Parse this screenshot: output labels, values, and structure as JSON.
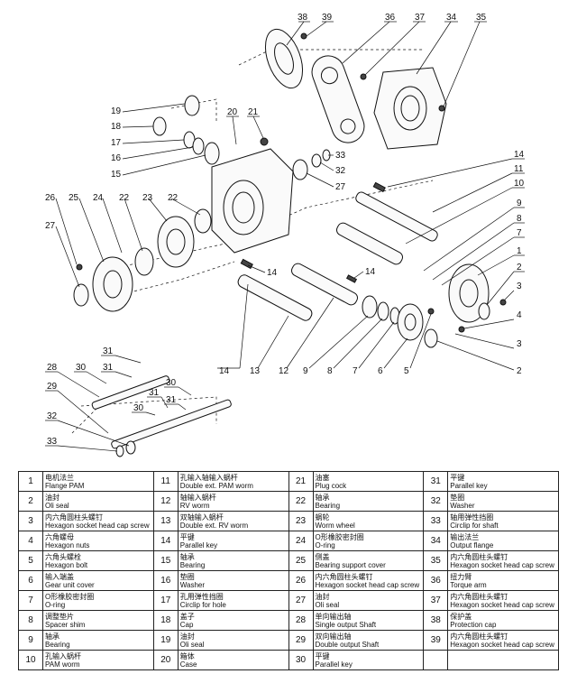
{
  "diagram": {
    "callouts": [
      {
        "n": "38"
      },
      {
        "n": "39"
      },
      {
        "n": "36"
      },
      {
        "n": "37"
      },
      {
        "n": "34"
      },
      {
        "n": "35"
      },
      {
        "n": "19"
      },
      {
        "n": "18"
      },
      {
        "n": "20"
      },
      {
        "n": "21"
      },
      {
        "n": "17"
      },
      {
        "n": "16"
      },
      {
        "n": "15"
      },
      {
        "n": "33"
      },
      {
        "n": "32"
      },
      {
        "n": "27"
      },
      {
        "n": "14"
      },
      {
        "n": "11"
      },
      {
        "n": "10"
      },
      {
        "n": "9"
      },
      {
        "n": "8"
      },
      {
        "n": "7"
      },
      {
        "n": "1"
      },
      {
        "n": "2"
      },
      {
        "n": "3"
      },
      {
        "n": "4"
      },
      {
        "n": "3"
      },
      {
        "n": "2"
      },
      {
        "n": "26"
      },
      {
        "n": "25"
      },
      {
        "n": "24"
      },
      {
        "n": "22"
      },
      {
        "n": "23"
      },
      {
        "n": "22"
      },
      {
        "n": "27"
      },
      {
        "n": "14"
      },
      {
        "n": "14"
      },
      {
        "n": "14"
      },
      {
        "n": "13"
      },
      {
        "n": "12"
      },
      {
        "n": "9"
      },
      {
        "n": "8"
      },
      {
        "n": "7"
      },
      {
        "n": "6"
      },
      {
        "n": "5"
      },
      {
        "n": "31"
      },
      {
        "n": "28"
      },
      {
        "n": "30"
      },
      {
        "n": "31"
      },
      {
        "n": "30"
      },
      {
        "n": "31"
      },
      {
        "n": "29"
      },
      {
        "n": "30"
      },
      {
        "n": "31"
      },
      {
        "n": "32"
      },
      {
        "n": "33"
      }
    ]
  },
  "legend": {
    "rows": [
      [
        {
          "n": "1",
          "zh": "电机法兰",
          "en": "Flange PAM"
        },
        {
          "n": "11",
          "zh": "孔输入轴输入蜗杆",
          "en": "Double ext. PAM worm"
        },
        {
          "n": "21",
          "zh": "油塞",
          "en": "Plug cock"
        },
        {
          "n": "31",
          "zh": "平键",
          "en": "Parallel key"
        }
      ],
      [
        {
          "n": "2",
          "zh": "油封",
          "en": "Oli seal"
        },
        {
          "n": "12",
          "zh": "轴输入蜗杆",
          "en": "RV worm"
        },
        {
          "n": "22",
          "zh": "轴承",
          "en": "Bearing"
        },
        {
          "n": "32",
          "zh": "垫圈",
          "en": "Washer"
        }
      ],
      [
        {
          "n": "3",
          "zh": "内六角圆柱头螺钉",
          "en": "Hexagon socket head cap screw"
        },
        {
          "n": "13",
          "zh": "双轴输入蜗杆",
          "en": "Double ext. RV worm"
        },
        {
          "n": "23",
          "zh": "蜗轮",
          "en": "Worm wheel"
        },
        {
          "n": "33",
          "zh": "轴用弹性挡圈",
          "en": "Circlip for shaft"
        }
      ],
      [
        {
          "n": "4",
          "zh": "六角螺母",
          "en": "Hexagon nuts"
        },
        {
          "n": "14",
          "zh": "平键",
          "en": "Parallel key"
        },
        {
          "n": "24",
          "zh": "O形橡胶密封圈",
          "en": "O-ring"
        },
        {
          "n": "34",
          "zh": "输出法兰",
          "en": "Output flange"
        }
      ],
      [
        {
          "n": "5",
          "zh": "六角头螺栓",
          "en": "Hexagon bolt"
        },
        {
          "n": "15",
          "zh": "轴承",
          "en": "Bearing"
        },
        {
          "n": "25",
          "zh": "侧盖",
          "en": "Bearing support cover"
        },
        {
          "n": "35",
          "zh": "内六角圆柱头螺钉",
          "en": "Hexagon socket head cap screw"
        }
      ],
      [
        {
          "n": "6",
          "zh": "输入端盖",
          "en": "Gear unit cover"
        },
        {
          "n": "16",
          "zh": "垫圈",
          "en": "Washer"
        },
        {
          "n": "26",
          "zh": "内六角圆柱头螺钉",
          "en": "Hexagon socket head cap screw"
        },
        {
          "n": "36",
          "zh": "扭力臂",
          "en": "Torque arm"
        }
      ],
      [
        {
          "n": "7",
          "zh": "O形橡胶密封圈",
          "en": "O-ring"
        },
        {
          "n": "17",
          "zh": "孔用弹性挡圈",
          "en": "Circlip for hole"
        },
        {
          "n": "27",
          "zh": "油封",
          "en": "Oli seal"
        },
        {
          "n": "37",
          "zh": "内六角圆柱头螺钉",
          "en": "Hexagon socket head cap screw"
        }
      ],
      [
        {
          "n": "8",
          "zh": "调整垫片",
          "en": "Spacer shim"
        },
        {
          "n": "18",
          "zh": "盖子",
          "en": "Cap"
        },
        {
          "n": "28",
          "zh": "单向输出轴",
          "en": "Single output Shaft"
        },
        {
          "n": "38",
          "zh": "保护盖",
          "en": "Protection cap"
        }
      ],
      [
        {
          "n": "9",
          "zh": "轴承",
          "en": "Bearing"
        },
        {
          "n": "19",
          "zh": "油封",
          "en": "Oli seal"
        },
        {
          "n": "29",
          "zh": "双向输出轴",
          "en": "Double output Shaft"
        },
        {
          "n": "39",
          "zh": "内六角圆柱头螺钉",
          "en": "Hexagon socket head cap screw"
        }
      ],
      [
        {
          "n": "10",
          "zh": "孔输入蜗杆",
          "en": "PAM worm"
        },
        {
          "n": "20",
          "zh": "箱体",
          "en": "Case"
        },
        {
          "n": "30",
          "zh": "平键",
          "en": "Parallel key"
        },
        {
          "n": "",
          "zh": "",
          "en": ""
        }
      ]
    ]
  }
}
